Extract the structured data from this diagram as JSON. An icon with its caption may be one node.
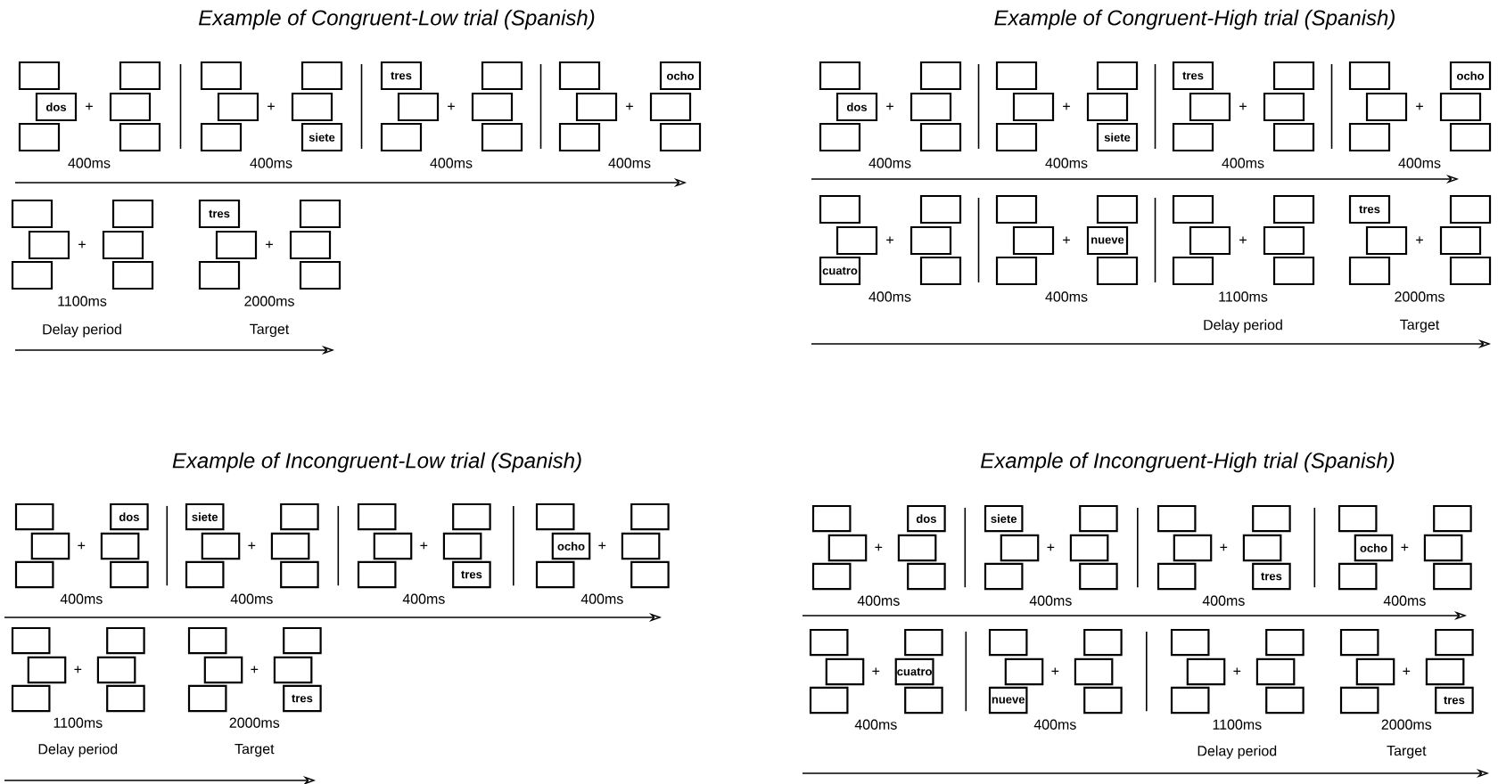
{
  "diagram": {
    "nodes": [
      {
        "text": [],
        "shape": "box"
      },
      {
        "text": [],
        "shape": "box"
      },
      {
        "text": [
          "dos"
        ]
      },
      {
        "text": [],
        "shape": "box"
      },
      {
        "text": [],
        "shape": "box"
      },
      {
        "text": [],
        "shape": "box"
      },
      {
        "text": [],
        "shape": "box"
      },
      {
        "text": [],
        "shape": "box"
      },
      {
        "text": [],
        "shape": "box"
      },
      {
        "text": [],
        "shape": "box"
      },
      {
        "text": [],
        "shape": "box"
      },
      {
        "text": [
          "siete"
        ]
      },
      {
        "text": [
          "tres"
        ]
      },
      {
        "text": [],
        "shape": "box"
      },
      {
        "text": [],
        "shape": "box"
      },
      {
        "text": [],
        "shape": "box"
      },
      {
        "text": [],
        "shape": "box"
      },
      {
        "text": [],
        "shape": "box"
      },
      {
        "text": [],
        "shape": "box"
      },
      {
        "text": [
          "ocho"
        ]
      },
      {
        "text": [],
        "shape": "box"
      },
      {
        "text": [],
        "shape": "box"
      },
      {
        "text": [],
        "shape": "box"
      },
      {
        "text": [],
        "shape": "box"
      },
      {
        "text": [],
        "shape": "box"
      },
      {
        "text": [],
        "shape": "box"
      },
      {
        "text": [],
        "shape": "box"
      },
      {
        "text": [],
        "shape": "box"
      },
      {
        "text": [],
        "shape": "box"
      },
      {
        "text": [],
        "shape": "box"
      },
      {
        "text": [
          "tres"
        ]
      },
      {
        "text": [],
        "shape": "box"
      },
      {
        "text": [],
        "shape": "box"
      },
      {
        "text": [],
        "shape": "box"
      },
      {
        "text": [],
        "shape": "box"
      },
      {
        "text": [],
        "shape": "box"
      },
      {
        "text": [],
        "shape": "box"
      },
      {
        "text": [],
        "shape": "box"
      },
      {
        "text": [
          "dos"
        ]
      },
      {
        "text": [],
        "shape": "box"
      },
      {
        "text": [],
        "shape": "box"
      },
      {
        "text": [],
        "shape": "box"
      },
      {
        "text": [],
        "shape": "box"
      },
      {
        "text": [],
        "shape": "box"
      },
      {
        "text": [],
        "shape": "box"
      },
      {
        "text": [],
        "shape": "box"
      },
      {
        "text": [],
        "shape": "box"
      },
      {
        "text": [
          "siete"
        ]
      },
      {
        "text": [
          "tres"
        ]
      },
      {
        "text": [],
        "shape": "box"
      },
      {
        "text": [],
        "shape": "box"
      },
      {
        "text": [],
        "shape": "box"
      },
      {
        "text": [],
        "shape": "box"
      },
      {
        "text": [],
        "shape": "box"
      },
      {
        "text": [],
        "shape": "box"
      },
      {
        "text": [
          "ocho"
        ]
      },
      {
        "text": [],
        "shape": "box"
      },
      {
        "text": [],
        "shape": "box"
      },
      {
        "text": [],
        "shape": "box"
      },
      {
        "text": [],
        "shape": "box"
      },
      {
        "text": [],
        "shape": "box"
      },
      {
        "text": [],
        "shape": "box"
      },
      {
        "text": [],
        "shape": "box"
      },
      {
        "text": [],
        "shape": "box"
      },
      {
        "text": [
          "cuatro"
        ]
      },
      {
        "text": [],
        "shape": "box"
      },
      {
        "text": [],
        "shape": "box"
      },
      {
        "text": [],
        "shape": "box"
      },
      {
        "text": [],
        "shape": "box"
      },
      {
        "text": [
          "nueve"
        ]
      },
      {
        "text": [],
        "shape": "box"
      },
      {
        "text": [],
        "shape": "box"
      },
      {
        "text": [],
        "shape": "box"
      },
      {
        "text": [],
        "shape": "box"
      },
      {
        "text": [],
        "shape": "box"
      },
      {
        "text": [],
        "shape": "box"
      },
      {
        "text": [],
        "shape": "box"
      },
      {
        "text": [],
        "shape": "box"
      },
      {
        "text": [
          "tres"
        ]
      },
      {
        "text": [],
        "shape": "box"
      },
      {
        "text": [],
        "shape": "box"
      },
      {
        "text": [],
        "shape": "box"
      },
      {
        "text": [],
        "shape": "box"
      },
      {
        "text": [],
        "shape": "box"
      },
      {
        "text": [],
        "shape": "box"
      },
      {
        "text": [
          "dos"
        ]
      },
      {
        "text": [],
        "shape": "box"
      },
      {
        "text": [],
        "shape": "box"
      },
      {
        "text": [],
        "shape": "box"
      },
      {
        "text": [],
        "shape": "box"
      },
      {
        "text": [
          "siete"
        ]
      },
      {
        "text": [],
        "shape": "box"
      },
      {
        "text": [],
        "shape": "box"
      },
      {
        "text": [],
        "shape": "box"
      },
      {
        "text": [],
        "shape": "box"
      },
      {
        "text": [],
        "shape": "box"
      },
      {
        "text": [],
        "shape": "box"
      },
      {
        "text": [],
        "shape": "box"
      },
      {
        "text": [],
        "shape": "box"
      },
      {
        "text": [],
        "shape": "box"
      },
      {
        "text": [],
        "shape": "box"
      },
      {
        "text": [
          "tres"
        ]
      },
      {
        "text": [],
        "shape": "box"
      },
      {
        "text": [],
        "shape": "box"
      },
      {
        "text": [
          "ocho"
        ]
      },
      {
        "text": [],
        "shape": "box"
      },
      {
        "text": [],
        "shape": "box"
      },
      {
        "text": [],
        "shape": "box"
      },
      {
        "text": [],
        "shape": "box"
      },
      {
        "text": [],
        "shape": "box"
      },
      {
        "text": [],
        "shape": "box"
      },
      {
        "text": [],
        "shape": "box"
      },
      {
        "text": [],
        "shape": "box"
      },
      {
        "text": [],
        "shape": "box"
      },
      {
        "text": [],
        "shape": "box"
      },
      {
        "text": [],
        "shape": "box"
      },
      {
        "text": [],
        "shape": "box"
      },
      {
        "text": [],
        "shape": "box"
      },
      {
        "text": [],
        "shape": "box"
      },
      {
        "text": [
          "tres"
        ]
      },
      {
        "text": [],
        "shape": "box"
      },
      {
        "text": [
          "dos"
        ]
      },
      {
        "text": [],
        "shape": "box"
      },
      {
        "text": [],
        "shape": "box"
      },
      {
        "text": [],
        "shape": "box"
      },
      {
        "text": [],
        "shape": "box"
      },
      {
        "text": [
          "siete"
        ]
      },
      {
        "text": [],
        "shape": "box"
      },
      {
        "text": [],
        "shape": "box"
      },
      {
        "text": [],
        "shape": "box"
      },
      {
        "text": [],
        "shape": "box"
      },
      {
        "text": [],
        "shape": "box"
      },
      {
        "text": [],
        "shape": "box"
      },
      {
        "text": [],
        "shape": "box"
      },
      {
        "text": [],
        "shape": "box"
      },
      {
        "text": [],
        "shape": "box"
      },
      {
        "text": [],
        "shape": "box"
      },
      {
        "text": [
          "tres"
        ]
      },
      {
        "text": [],
        "shape": "box"
      },
      {
        "text": [],
        "shape": "box"
      },
      {
        "text": [
          "ocho"
        ]
      },
      {
        "text": [],
        "shape": "box"
      },
      {
        "text": [],
        "shape": "box"
      },
      {
        "text": [],
        "shape": "box"
      },
      {
        "text": [],
        "shape": "box"
      },
      {
        "text": [],
        "shape": "box"
      },
      {
        "text": [],
        "shape": "box"
      },
      {
        "text": [
          "cuatro"
        ]
      },
      {
        "text": [],
        "shape": "box"
      },
      {
        "text": [],
        "shape": "box"
      },
      {
        "text": [],
        "shape": "box"
      },
      {
        "text": [],
        "shape": "box"
      },
      {
        "text": [],
        "shape": "box"
      },
      {
        "text": [],
        "shape": "box"
      },
      {
        "text": [
          "nueve"
        ]
      },
      {
        "text": [],
        "shape": "box"
      },
      {
        "text": [],
        "shape": "box"
      },
      {
        "text": [],
        "shape": "box"
      },
      {
        "text": [],
        "shape": "box"
      },
      {
        "text": [],
        "shape": "box"
      },
      {
        "text": [],
        "shape": "box"
      },
      {
        "text": [],
        "shape": "box"
      },
      {
        "text": [],
        "shape": "box"
      },
      {
        "text": [],
        "shape": "box"
      },
      {
        "text": [],
        "shape": "box"
      },
      {
        "text": [],
        "shape": "box"
      },
      {
        "text": [],
        "shape": "box"
      },
      {
        "text": [
          "tres"
        ]
      }
    ],
    "labels": [
      "Example  of Congruent-Low  trial (Spanish)",
      "+",
      "400ms",
      "+",
      "400ms",
      "+",
      "400ms",
      "+",
      "400ms",
      "+",
      "1100ms",
      "+",
      "2000ms",
      "Delay period",
      "Target",
      "Example  of Congruent-High trial (Spanish)",
      "+",
      "400ms",
      "+",
      "400ms",
      "+",
      "400ms",
      "+",
      "400ms",
      "+",
      "400ms",
      "+",
      "400ms",
      "+",
      "1100ms",
      "+",
      "2000ms",
      "Delay period",
      "Target",
      "Example  of Incongruent-Low  trial (Spanish)",
      "+",
      "400ms",
      "+",
      "400ms",
      "+",
      "400ms",
      "+",
      "400ms",
      "+",
      "1100ms",
      "+",
      "2000ms",
      "Delay period",
      "Target",
      "Example  of Incongruent-High trial (Spanish)",
      "+",
      "400ms",
      "+",
      "400ms",
      "+",
      "400ms",
      "+",
      "400ms",
      "+",
      "400ms",
      "+",
      "400ms",
      "+",
      "1100ms",
      "+",
      "2000ms",
      "Delay period",
      "Target"
    ]
  }
}
